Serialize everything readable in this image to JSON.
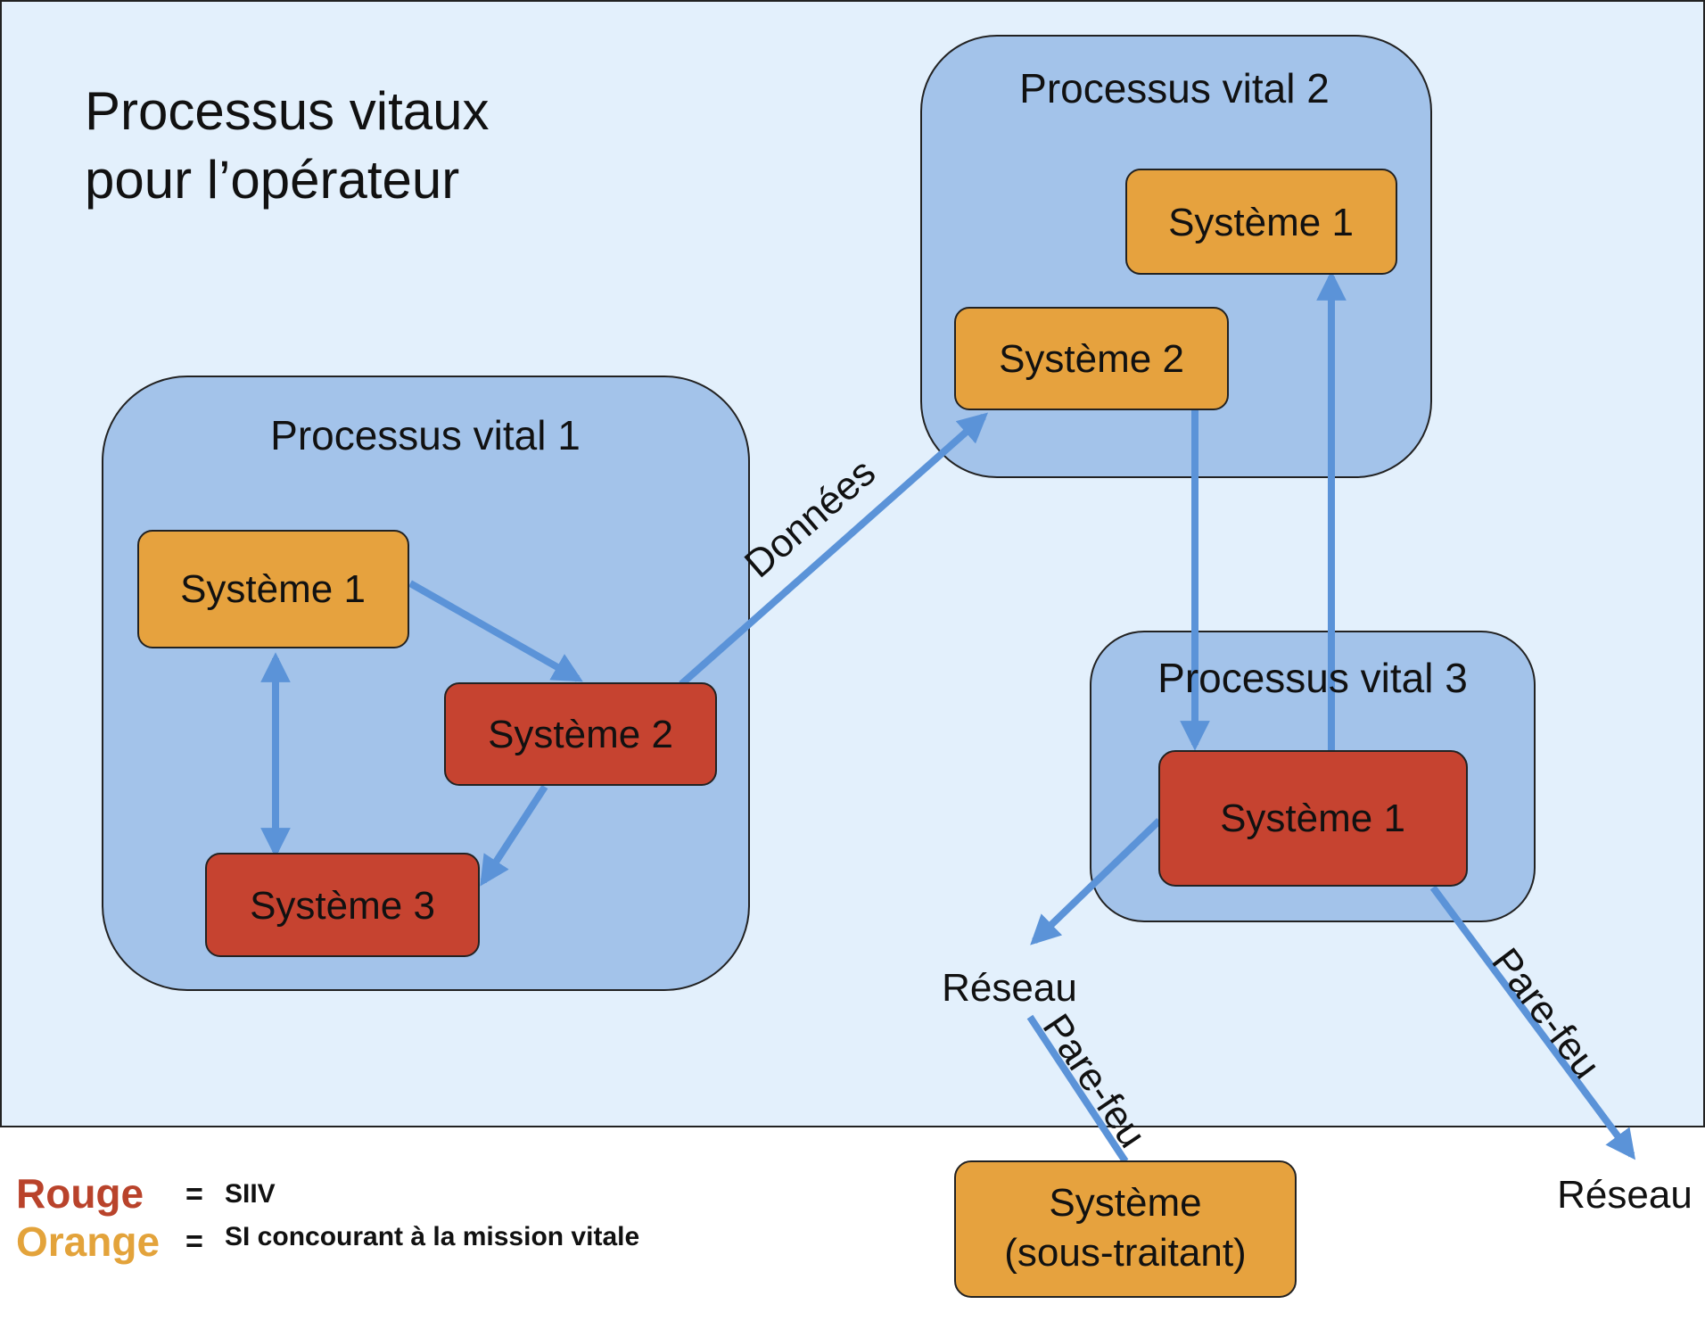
{
  "title": {
    "line1": "Processus vitaux",
    "line2": "pour l’opérateur"
  },
  "colors": {
    "background": "#e3f0fc",
    "group_fill": "#a3c3ea",
    "orange": "#e6a23e",
    "red": "#c64330",
    "arrow": "#5b93d8",
    "legend_red": "#b9432b",
    "legend_orange": "#e3a33b"
  },
  "groups": {
    "pv1": {
      "label": "Processus vital 1"
    },
    "pv2": {
      "label": "Processus vital 2"
    },
    "pv3": {
      "label": "Processus vital 3"
    }
  },
  "nodes": {
    "pv1_s1": {
      "label": "Système 1",
      "color": "orange"
    },
    "pv1_s2": {
      "label": "Système 2",
      "color": "red"
    },
    "pv1_s3": {
      "label": "Système 3",
      "color": "red"
    },
    "pv2_s1": {
      "label": "Système 1",
      "color": "orange"
    },
    "pv2_s2": {
      "label": "Système 2",
      "color": "orange"
    },
    "pv3_s1": {
      "label": "Système 1",
      "color": "red"
    },
    "subcontractor": {
      "line1": "Système",
      "line2": "(sous-traitant)",
      "color": "orange"
    }
  },
  "edge_labels": {
    "data": "Données",
    "firewall_left": "Pare-feu",
    "firewall_right": "Pare-feu"
  },
  "networks": {
    "left": "Réseau",
    "right": "Réseau"
  },
  "legend": {
    "red_key": "Rouge",
    "red_eq": "=",
    "red_desc": "SIIV",
    "orange_key": "Orange",
    "orange_eq": "=",
    "orange_desc": "SI concourant à la mission vitale"
  }
}
